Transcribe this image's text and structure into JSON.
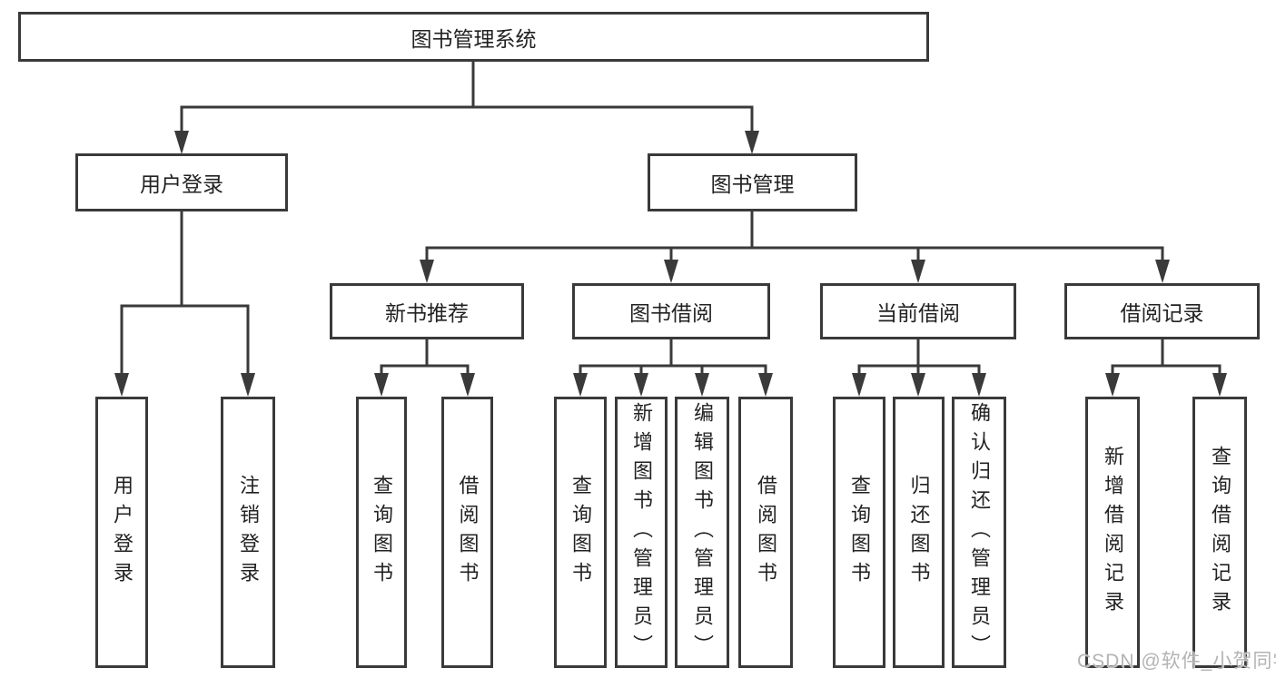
{
  "watermark": {
    "text": "CSDN @软件_小贺同学"
  },
  "colors": {
    "background": "#ffffff",
    "box_border": "#3a3a3a",
    "connector_line": "#3a3a3a",
    "text": "#222222",
    "watermark_text": "#b3b3b3"
  },
  "diagram": {
    "root": {
      "label": "图书管理系统"
    },
    "branches": {
      "user_login": {
        "label": "用户登录",
        "leaves": {
          "login": "用户登录",
          "logout": "注销登录"
        }
      },
      "book_management": {
        "label": "图书管理",
        "sections": {
          "new_book_recommend": {
            "label": "新书推荐",
            "leaves": {
              "query_books": "查询图书",
              "borrow_books": "借阅图书"
            }
          },
          "book_borrowing": {
            "label": "图书借阅",
            "leaves": {
              "query_books": "查询图书",
              "add_books_admin": "新增图书（管理员）",
              "edit_books_admin": "编辑图书（管理员）",
              "borrow_books": "借阅图书"
            }
          },
          "current_borrowing": {
            "label": "当前借阅",
            "leaves": {
              "query_books": "查询图书",
              "return_books": "归还图书",
              "confirm_return_admin": "确认归还（管理员）"
            }
          },
          "borrowing_records": {
            "label": "借阅记录",
            "leaves": {
              "add_record": "新增借阅记录",
              "query_record": "查询借阅记录"
            }
          }
        }
      }
    }
  }
}
